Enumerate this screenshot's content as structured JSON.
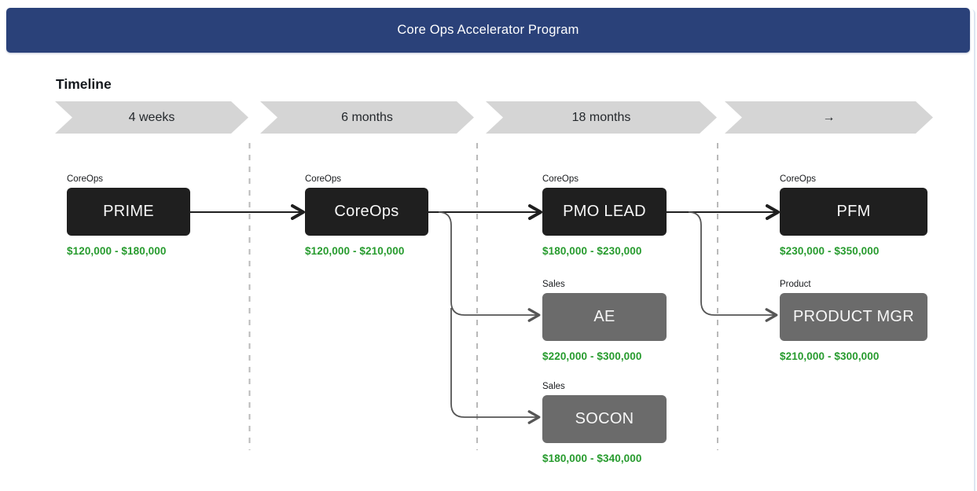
{
  "header": {
    "title": "Core Ops Accelerator Program"
  },
  "timeline": {
    "heading": "Timeline",
    "stages": [
      {
        "label": "4 weeks"
      },
      {
        "label": "6 months"
      },
      {
        "label": "18 months"
      },
      {
        "label": "→"
      }
    ]
  },
  "roles": [
    {
      "track": "CoreOps",
      "title": "PRIME",
      "salary": "$120,000 - $180,000",
      "variant": "dark"
    },
    {
      "track": "CoreOps",
      "title": "CoreOps",
      "salary": "$120,000 - $210,000",
      "variant": "dark"
    },
    {
      "track": "CoreOps",
      "title": "PMO LEAD",
      "salary": "$180,000 - $230,000",
      "variant": "dark"
    },
    {
      "track": "CoreOps",
      "title": "PFM",
      "salary": "$230,000 - $350,000",
      "variant": "dark"
    },
    {
      "track": "Sales",
      "title": "AE",
      "salary": "$220,000 - $300,000",
      "variant": "gray"
    },
    {
      "track": "Product",
      "title": "PRODUCT MGR",
      "salary": "$210,000 - $300,000",
      "variant": "gray"
    },
    {
      "track": "Sales",
      "title": "SOCON",
      "salary": "$180,000 - $340,000",
      "variant": "gray"
    }
  ],
  "colors": {
    "header_bg": "#2a4179",
    "dark_box": "#1f1f1f",
    "gray_box": "#6b6b6b",
    "salary_green": "#279b2e",
    "chevron_gray": "#d5d5d5",
    "dashed_divider": "#b9b9b9"
  }
}
